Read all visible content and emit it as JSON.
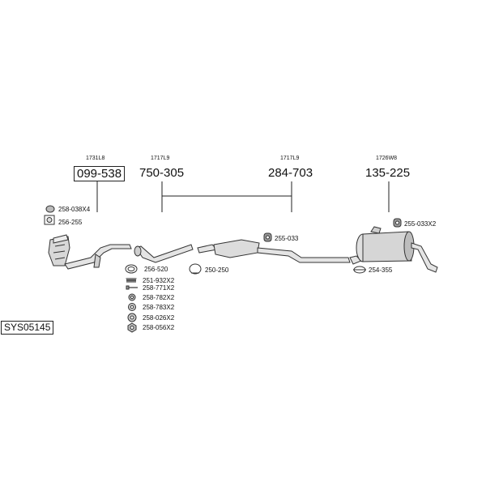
{
  "system_code": "SYS05145",
  "groups": [
    {
      "ref": "1731L8",
      "part": "099-538",
      "boxed": true
    },
    {
      "ref": "1717L9",
      "part": "750-305",
      "boxed": false
    },
    {
      "ref": "1717L9",
      "part": "284-703",
      "boxed": false
    },
    {
      "ref": "1726W8",
      "part": "135-225",
      "boxed": false
    }
  ],
  "fittings_left": [
    {
      "code": "258-038X4",
      "icon": "nut-icon"
    },
    {
      "code": "256-255",
      "icon": "gasket-square-icon"
    }
  ],
  "fittings_mid": [
    {
      "code": "256-520",
      "icon": "ring-gasket-icon"
    },
    {
      "code": "251-932X2",
      "icon": "spring-icon"
    },
    {
      "code": "258-771X2",
      "icon": "bolt-icon"
    },
    {
      "code": "258-782X2",
      "icon": "spring-washer-icon"
    },
    {
      "code": "258-783X2",
      "icon": "washer-icon"
    },
    {
      "code": "258-026X2",
      "icon": "washer-icon"
    },
    {
      "code": "258-056X2",
      "icon": "hex-nut-icon"
    }
  ],
  "fittings_other": [
    {
      "code": "250-250",
      "icon": "clamp-icon"
    },
    {
      "code": "255-033",
      "icon": "rubber-hanger-icon"
    },
    {
      "code": "254-355",
      "icon": "clamp-icon"
    },
    {
      "code": "255-033X2",
      "icon": "rubber-hanger-icon"
    }
  ]
}
